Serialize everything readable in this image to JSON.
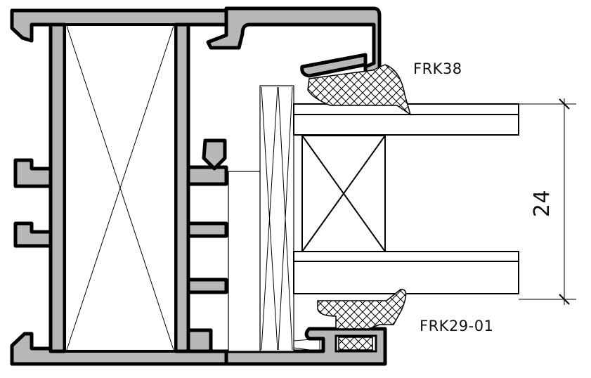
{
  "labels": {
    "top_gasket": "FRK38",
    "bottom_gasket": "FRK29-01",
    "dimension": "24"
  },
  "colors": {
    "profile_fill": "#b8b8b8",
    "outline": "#000000",
    "background": "#ffffff"
  }
}
